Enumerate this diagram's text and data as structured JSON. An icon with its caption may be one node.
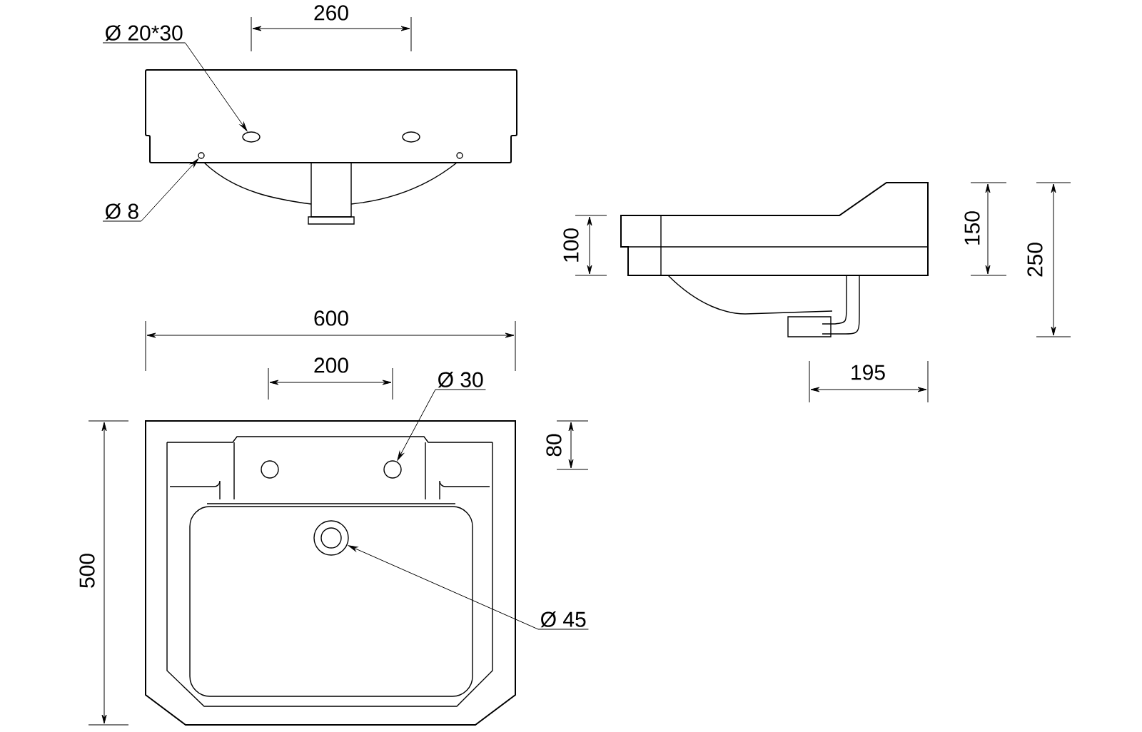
{
  "diagram": {
    "nodes": [
      {
        "text": [
          "Ø 20*30"
        ]
      },
      {
        "text": [],
        "shape": "ellipse"
      },
      {
        "text": [
          "Ø 8"
        ]
      },
      {
        "text": [],
        "shape": "circle"
      },
      {
        "text": [
          "Ø 30"
        ]
      },
      {
        "text": [],
        "shape": "circle"
      },
      {
        "text": [
          "Ø 45"
        ]
      },
      {
        "text": [],
        "shape": "circle"
      }
    ],
    "edges": [
      {
        "from": 0,
        "to": 1,
        "arrow": "to"
      },
      {
        "from": 2,
        "to": 3,
        "arrow": "to"
      },
      {
        "from": 4,
        "to": 5,
        "arrow": "to"
      },
      {
        "from": 6,
        "to": 7,
        "arrow": "to"
      }
    ],
    "labels": [
      "260",
      "100",
      "150",
      "250",
      "600",
      "200",
      "195",
      "80",
      "500"
    ]
  }
}
